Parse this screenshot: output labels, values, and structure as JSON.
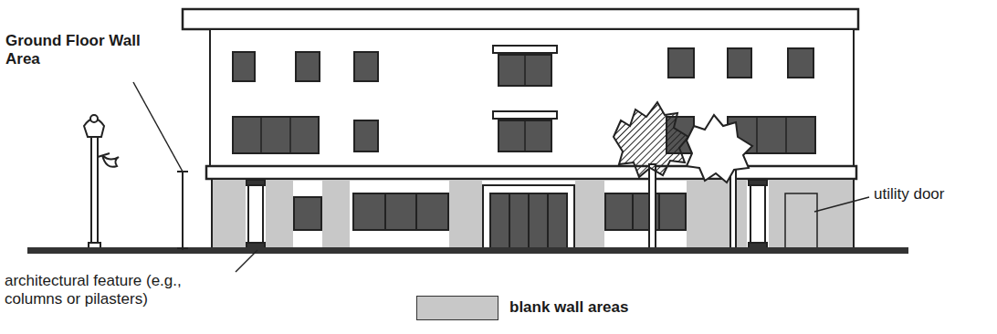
{
  "diagram": {
    "labels": [
      "Ground Floor Wall Area",
      "utility door",
      "architectural feature (e.g., columns or pilasters)"
    ],
    "legend": [
      {
        "text": "blank wall areas",
        "color": "#c8c8c8"
      }
    ]
  }
}
